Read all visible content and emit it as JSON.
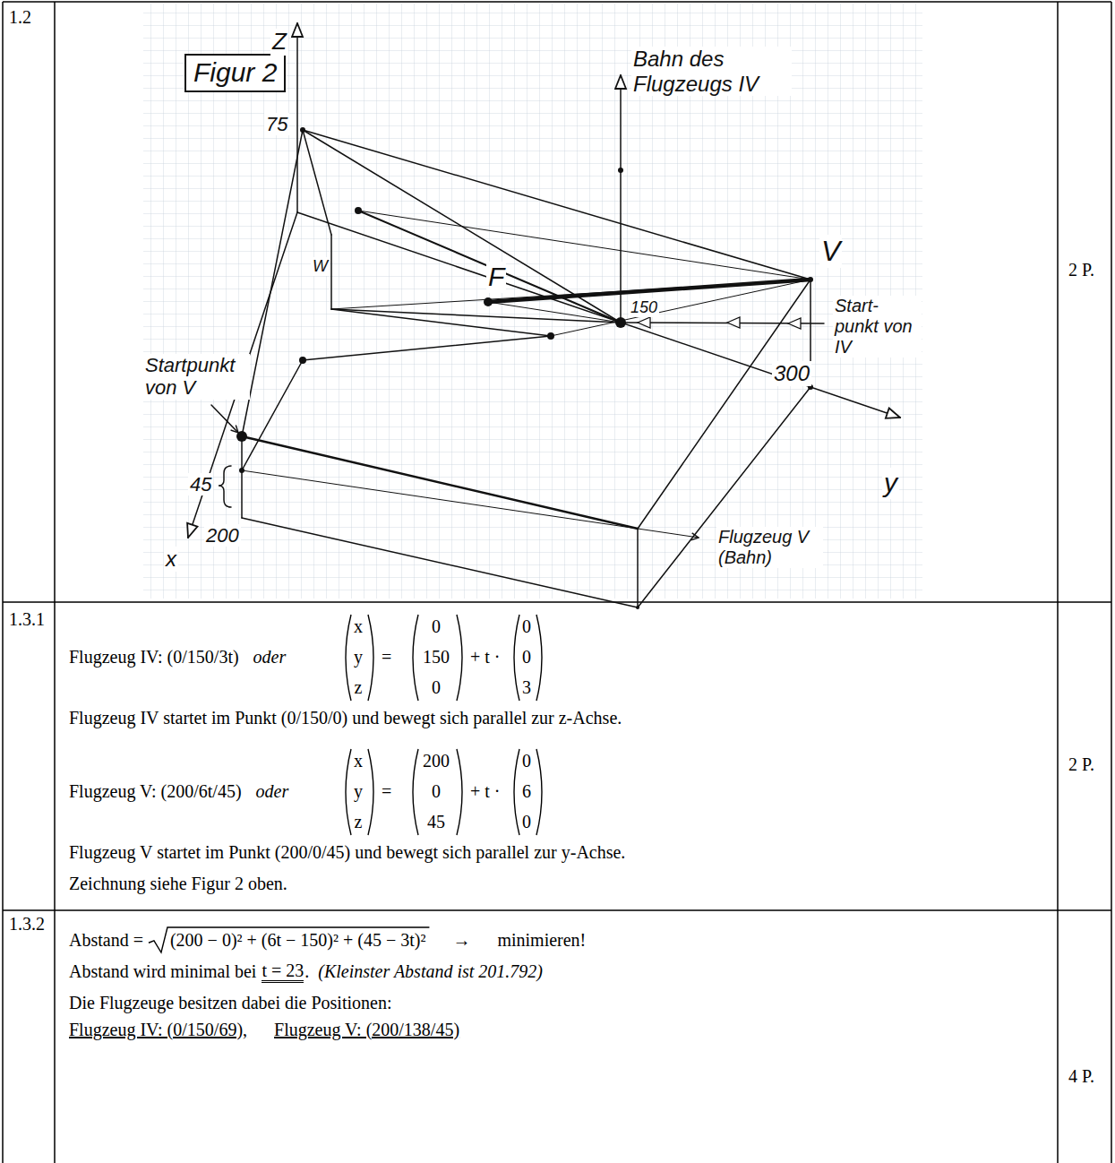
{
  "diagram": {
    "labels": [
      "1.2",
      "Figur 2",
      "Z",
      "75",
      "Bahn des Flugzeugs IV",
      "F",
      "V",
      "Startpunkt von V",
      "W",
      "150",
      "Start- punkt von IV",
      "45",
      "300",
      "200",
      "x",
      "y",
      "Flugzeug V (Bahn)",
      "2 P.",
      "1.3.1",
      "Flugzeug IV: (0/150/3t)",
      "oder",
      "x",
      "y",
      "z",
      "=",
      "0",
      "150",
      "0",
      "+ t ·",
      "0",
      "0",
      "3",
      "Flugzeug IV startet im Punkt (0/150/0) und bewegt sich parallel zur z-Achse.",
      "Flugzeug V: (200/6t/45)",
      "oder",
      "x",
      "y",
      "z",
      "=",
      "200",
      "0",
      "45",
      "+ t ·",
      "0",
      "6",
      "0",
      "Flugzeug V startet im Punkt (200/0/45) und bewegt sich parallel zur y-Achse.",
      "Zeichnung siehe Figur 2 oben.",
      "2 P.",
      "1.3.2",
      "Abstand =",
      "(200 − 0)² + (6t − 150)² + (45 − 3t)²",
      "→",
      "minimieren!",
      "Abstand wird minimal bei",
      "t = 23",
      ".",
      "(Kleinster Abstand ist 201.792)",
      "4 P.",
      "Die Flugzeuge besitzen dabei die Positionen:",
      "Flugzeug IV: (0/150/69),",
      "Flugzeug V: (200/138/45)"
    ]
  }
}
